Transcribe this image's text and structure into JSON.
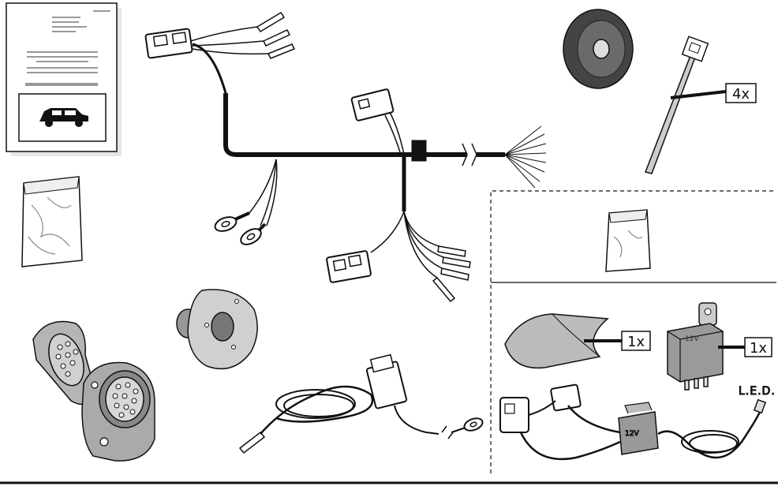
{
  "labels": {
    "cable_tie_qty": "4x",
    "tape_qty": "1x",
    "relay_qty": "1x",
    "relay_marking": "12V",
    "module_marking": "12V",
    "led": "L.E.D."
  },
  "colors": {
    "line": "#111111",
    "part_grey": "#9a9a9a",
    "dark_grey": "#555555",
    "light_grey": "#d8d8d8"
  },
  "icons": {
    "manual": "instruction-manual-icon",
    "car": "car-icon"
  }
}
